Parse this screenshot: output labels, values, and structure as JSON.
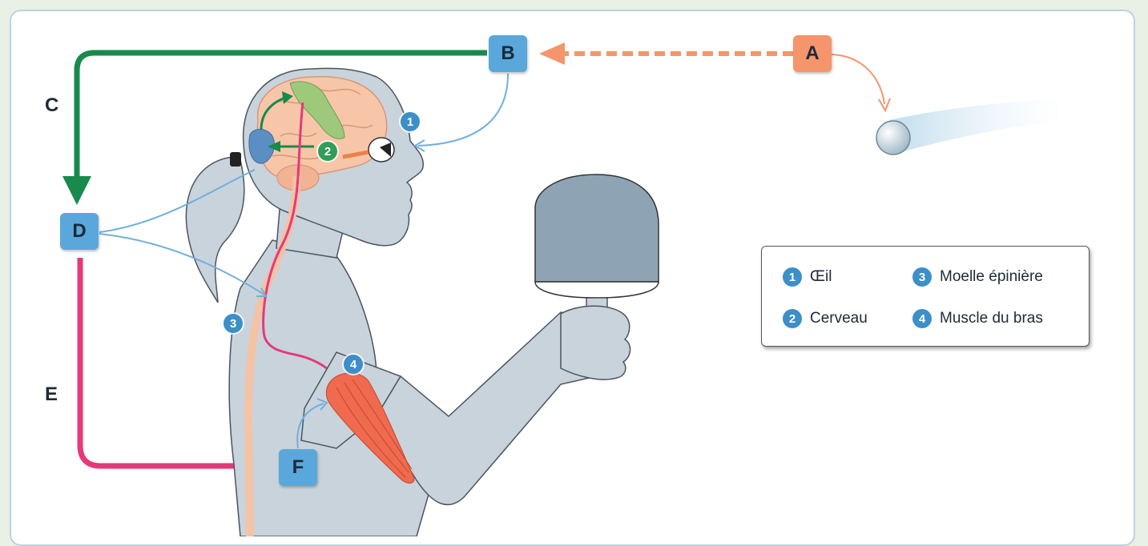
{
  "steps": {
    "a": "A",
    "b": "B",
    "c": "C",
    "d": "D",
    "e": "E",
    "f": "F"
  },
  "badges": {
    "n1": "1",
    "n2": "2",
    "n3": "3",
    "n4": "4"
  },
  "legend": {
    "items": [
      {
        "num": "1",
        "label": "Œil"
      },
      {
        "num": "3",
        "label": "Moelle épinière"
      },
      {
        "num": "2",
        "label": "Cerveau"
      },
      {
        "num": "4",
        "label": "Muscle du bras"
      }
    ]
  },
  "colors": {
    "green_path": "#178a4c",
    "pink_path": "#e6397a",
    "orange_path": "#f4956b",
    "blue_box": "#5aa8db",
    "body_fill": "#c9d3dc",
    "paddle": "#8ea4b4"
  }
}
